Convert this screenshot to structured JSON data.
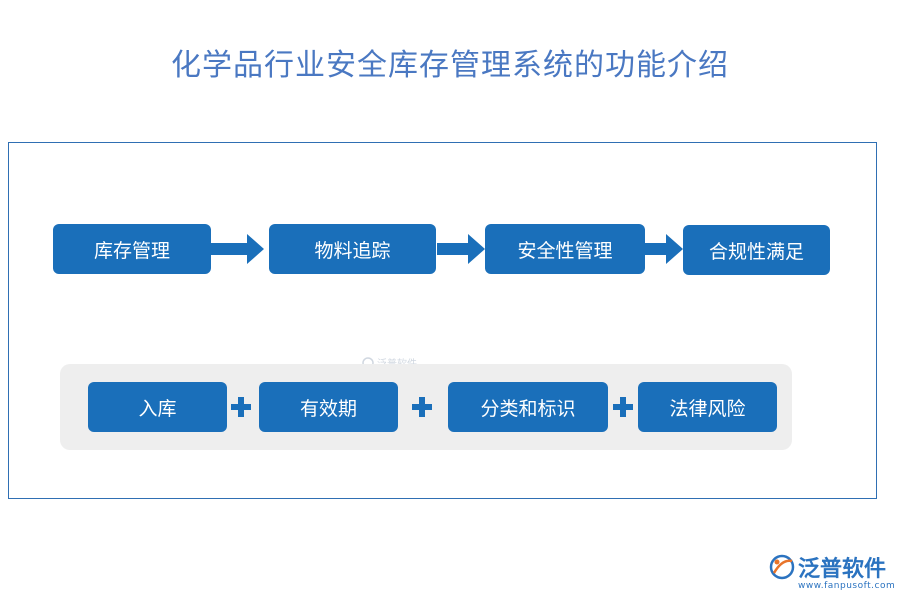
{
  "title": "化学品行业安全库存管理系统的功能介绍",
  "flow": {
    "steps": [
      "库存管理",
      "物料追踪",
      "安全性管理",
      "合规性满足"
    ]
  },
  "features": {
    "items": [
      "入库",
      "有效期",
      "分类和标识",
      "法律风险"
    ]
  },
  "watermark": "泛普软件",
  "brand": {
    "name": "泛普软件",
    "url": "www.fanpusoft.com"
  },
  "colors": {
    "box": "#1a6fba",
    "title": "#4a78c2",
    "panel": "#eeeeee"
  }
}
